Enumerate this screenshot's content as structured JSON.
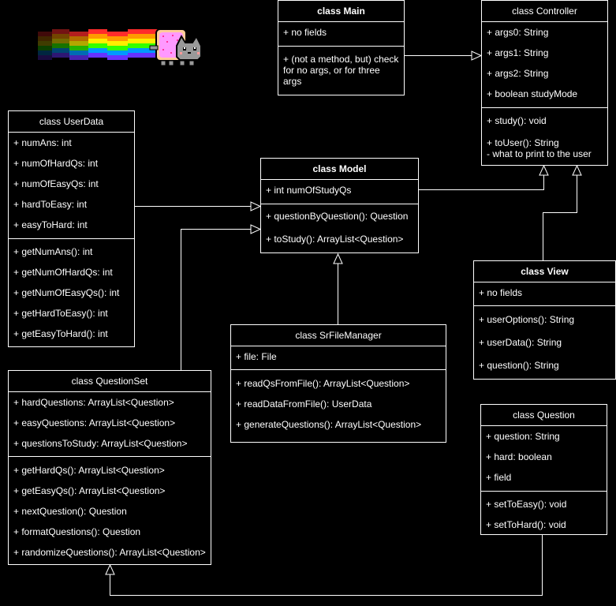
{
  "colors": {
    "background": "#000000",
    "stroke": "#ffffff"
  },
  "decoration": {
    "icon": "nyan-cat-icon"
  },
  "classes": {
    "main": {
      "title": "class Main",
      "fields": [
        "+ no fields"
      ],
      "methods": [
        "+ (not a method, but) check\nfor no args, or for three args"
      ]
    },
    "controller": {
      "title": "class Controller",
      "fields": [
        "+ args0: String",
        "+ args1: String",
        "+ args2: String",
        "+ boolean studyMode"
      ],
      "methods": [
        "+ study(): void",
        "+ toUser(): String\n- what to print to the user"
      ]
    },
    "userdata": {
      "title": "class UserData",
      "fields": [
        "+ numAns: int",
        "+ numOfHardQs: int",
        "+ numOfEasyQs: int",
        "+ hardToEasy: int",
        "+ easyToHard: int"
      ],
      "methods": [
        "+ getNumAns(): int",
        "+ getNumOfHardQs: int",
        "+ getNumOfEasyQs(): int",
        "+ getHardToEasy(): int",
        "+ getEasyToHard(): int"
      ]
    },
    "model": {
      "title": "class Model",
      "fields": [
        "+ int numOfStudyQs"
      ],
      "methods": [
        "+ questionByQuestion(): Question",
        "+ toStudy(): ArrayList<Question>"
      ]
    },
    "view": {
      "title": "class View",
      "fields": [
        "+ no fields"
      ],
      "methods": [
        "+ userOptions(): String",
        "+ userData(): String",
        "+ question(): String"
      ]
    },
    "srfilemanager": {
      "title": "class SrFileManager",
      "fields": [
        "+ file: File"
      ],
      "methods": [
        "+ readQsFromFile(): ArrayList<Question>",
        "+ readDataFromFile(): UserData",
        "+ generateQuestions(): ArrayList<Question>"
      ]
    },
    "questionset": {
      "title": "class QuestionSet",
      "fields": [
        "+ hardQuestions: ArrayList<Question>",
        "+ easyQuestions: ArrayList<Question>",
        "+ questionsToStudy: ArrayList<Question>"
      ],
      "methods": [
        "+ getHardQs(): ArrayList<Question>",
        "+ getEasyQs(): ArrayList<Question>",
        "+ nextQuestion(): Question",
        "+ formatQuestions(): Question",
        "+ randomizeQuestions(): ArrayList<Question>"
      ]
    },
    "question": {
      "title": "class Question",
      "fields": [
        "+ question: String",
        "+ hard: boolean",
        "+ field"
      ],
      "methods": [
        "+ setToEasy(): void",
        "+ setToHard(): void"
      ]
    }
  }
}
